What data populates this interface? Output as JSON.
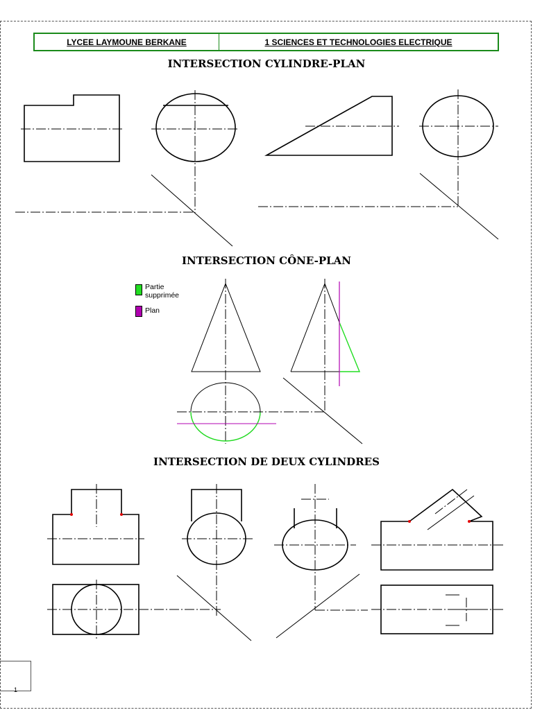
{
  "header": {
    "school": "LYCEE  LAYMOUNE  BERKANE",
    "class": "1 SCIENCES  ET  TECHNOLOGIES  ELECTRIQUE"
  },
  "sections": {
    "cylinder_plane": "INTERSECTION CYLINDRE-PLAN",
    "cone_plane": "INTERSECTION CÔNE-PLAN",
    "two_cylinders": "INTERSECTION DE DEUX  CYLINDRES"
  },
  "legend": {
    "removed_label": "Partie supprimée",
    "plane_label": "Plan",
    "removed_color": "#22dd22",
    "plane_color": "#b000b0"
  },
  "page_number": "1"
}
